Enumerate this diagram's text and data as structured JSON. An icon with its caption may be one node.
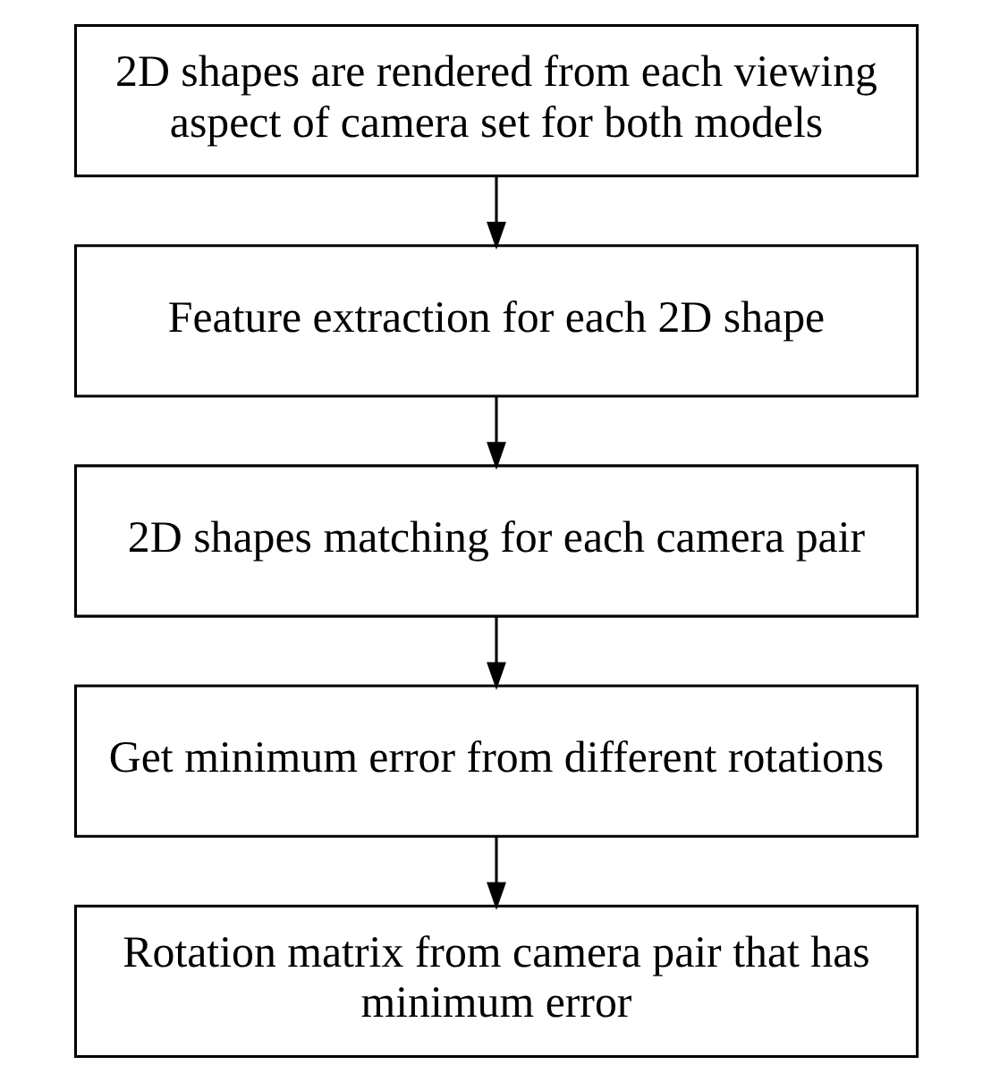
{
  "diagram": {
    "nodes": [
      {
        "text": [
          "2D shapes are rendered from each viewing aspect of camera set for both models"
        ]
      },
      {
        "text": [
          "Feature extraction for each 2D shape"
        ]
      },
      {
        "text": [
          "2D shapes matching for each camera pair"
        ]
      },
      {
        "text": [
          "Get minimum error from different rotations"
        ]
      },
      {
        "text": [
          "Rotation matrix from camera pair that has minimum error"
        ]
      }
    ],
    "edges": [
      {
        "from": 0,
        "to": 1,
        "arrow": "to"
      },
      {
        "from": 1,
        "to": 2,
        "arrow": "to"
      },
      {
        "from": 2,
        "to": 3,
        "arrow": "to"
      },
      {
        "from": 3,
        "to": 4,
        "arrow": "to"
      }
    ]
  }
}
